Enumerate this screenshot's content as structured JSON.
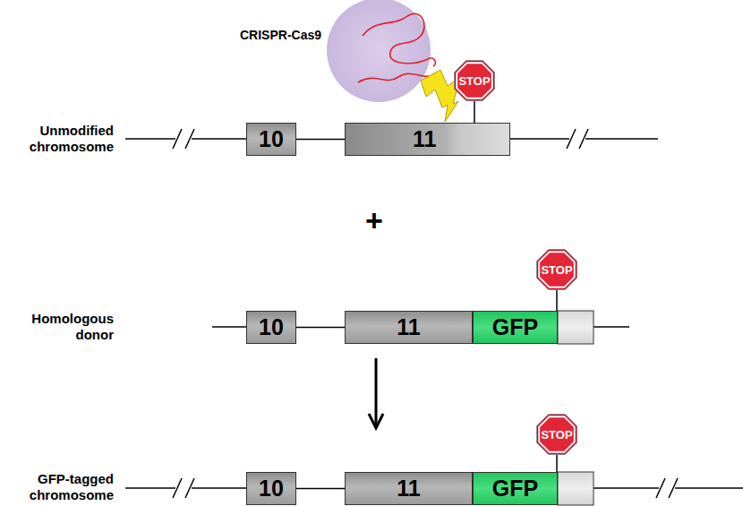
{
  "diagram": {
    "nodes": [
      {
        "text": [
          "STOP"
        ]
      },
      {
        "text": [
          "10"
        ]
      },
      {
        "text": [
          "11"
        ]
      },
      {
        "text": [
          "STOP"
        ]
      },
      {
        "text": [
          "10"
        ]
      },
      {
        "text": [
          "11"
        ]
      },
      {
        "text": [
          "GFP"
        ]
      },
      {
        "text": [
          "STOP"
        ]
      },
      {
        "text": [
          "10"
        ]
      },
      {
        "text": [
          "11"
        ]
      },
      {
        "text": [
          "GFP"
        ]
      }
    ],
    "edges": [
      {
        "from": 1,
        "to": 2,
        "arrow": "none"
      },
      {
        "from": 0,
        "to": 2,
        "arrow": "none"
      },
      {
        "from": 4,
        "to": 5,
        "arrow": "none"
      },
      {
        "from": 3,
        "to": 6,
        "arrow": "none"
      },
      {
        "from": 8,
        "to": 9,
        "arrow": "none"
      },
      {
        "from": 7,
        "to": 10,
        "arrow": "none"
      }
    ],
    "labels": [
      "CRISPR-Cas9",
      "Unmodified chromosome",
      "+",
      "Homologous donor",
      "GFP-tagged chromosome"
    ]
  }
}
